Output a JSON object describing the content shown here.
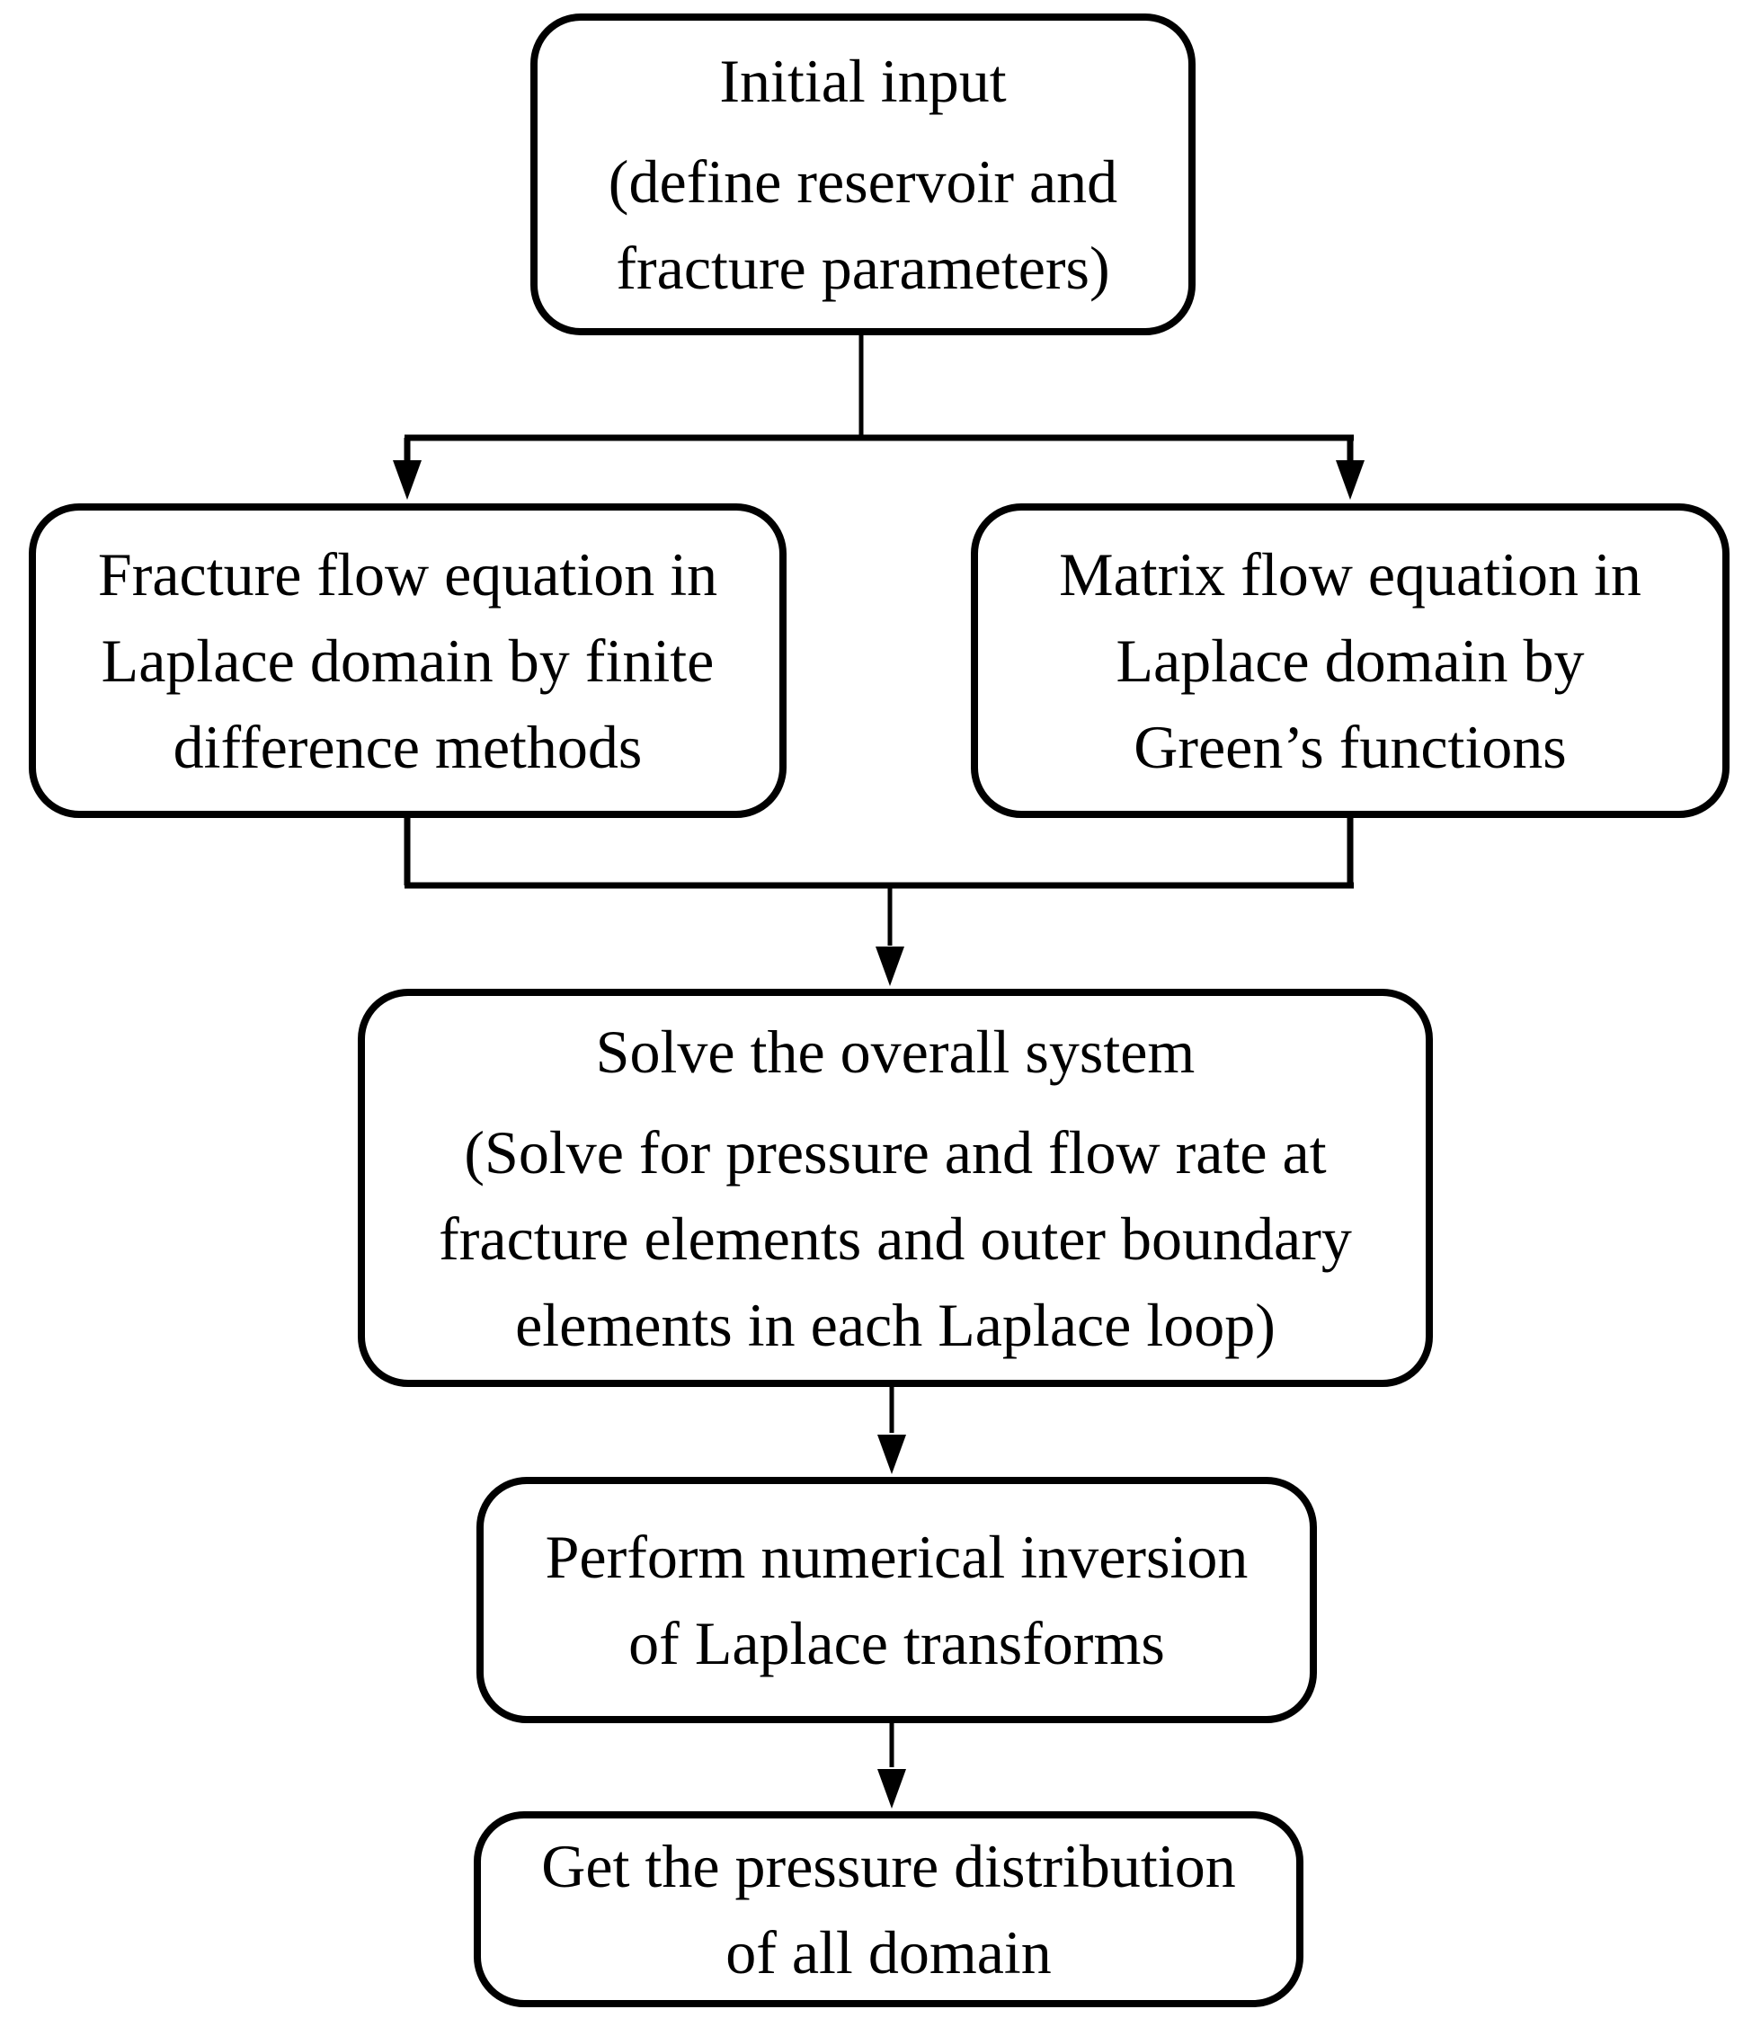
{
  "colors": {
    "ink": "#000000",
    "background": "#ffffff"
  },
  "nodes": {
    "initial_input": {
      "title": "Initial input",
      "detail_lines": [
        "(define reservoir and",
        "fracture parameters)"
      ]
    },
    "fracture_flow": {
      "lines": [
        "Fracture flow equation in",
        "Laplace domain by finite",
        "difference methods"
      ]
    },
    "matrix_flow": {
      "lines": [
        "Matrix flow equation in",
        "Laplace domain by",
        "Green’s functions"
      ]
    },
    "solve_system": {
      "title": "Solve the overall system",
      "detail_lines": [
        "(Solve for pressure and flow rate at",
        "fracture elements and outer boundary",
        "elements in each Laplace loop)"
      ]
    },
    "laplace_inversion": {
      "lines": [
        "Perform numerical inversion",
        "of Laplace transforms"
      ]
    },
    "pressure_distribution": {
      "lines": [
        "Get the pressure distribution",
        "of all domain"
      ]
    }
  },
  "edges": [
    {
      "from": "initial_input",
      "to": "fracture_flow"
    },
    {
      "from": "initial_input",
      "to": "matrix_flow"
    },
    {
      "from": "fracture_flow",
      "to": "solve_system"
    },
    {
      "from": "matrix_flow",
      "to": "solve_system"
    },
    {
      "from": "solve_system",
      "to": "laplace_inversion"
    },
    {
      "from": "laplace_inversion",
      "to": "pressure_distribution"
    }
  ]
}
